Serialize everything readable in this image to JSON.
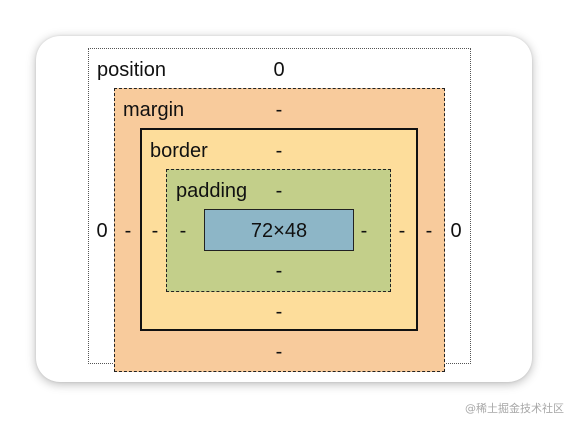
{
  "box_model": {
    "position": {
      "label": "position",
      "top": "0",
      "left": "0",
      "right": "0"
    },
    "margin": {
      "label": "margin",
      "top": "-",
      "bottom": "-",
      "left": "-",
      "right": "-"
    },
    "border": {
      "label": "border",
      "top": "-",
      "bottom": "-",
      "left": "-",
      "right": "-"
    },
    "padding": {
      "label": "padding",
      "top": "-",
      "bottom": "-",
      "left": "-",
      "right": "-"
    },
    "content": {
      "size": "72×48"
    }
  },
  "colors": {
    "margin": "#f8cb9c",
    "border": "#fddd9b",
    "padding": "#c3cf8a",
    "content": "#8db6c7"
  },
  "watermark": "@稀土掘金技术社区"
}
